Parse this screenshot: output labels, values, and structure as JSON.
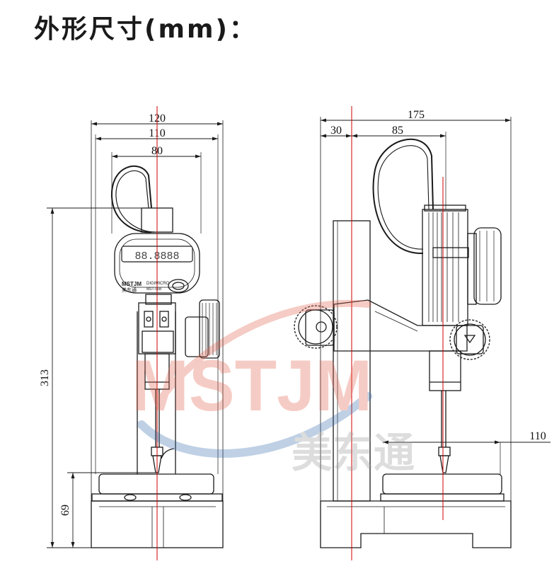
{
  "title": "外形尺寸(mm)：",
  "front_view": {
    "dims": {
      "overall_width": "120",
      "inner_width": "110",
      "column_width": "80",
      "total_height": "313",
      "base_height": "69"
    },
    "gauge": {
      "display": "88.8888",
      "brand": "MSTJM",
      "brand_cn": "美东通",
      "model_line1": "DIGIMICRO",
      "model_line2": "MST-S5B"
    }
  },
  "side_view": {
    "dims": {
      "total_depth": "175",
      "offset": "30",
      "column_to_axis": "85",
      "throat": "110"
    }
  },
  "watermark": {
    "brand": "MSTJM",
    "brand_cn": "美东通"
  },
  "colors": {
    "line": "#1a1a1a",
    "center_line": "#d00000",
    "watermark_red": "#e3634f",
    "watermark_blue": "#3a6fb0"
  }
}
